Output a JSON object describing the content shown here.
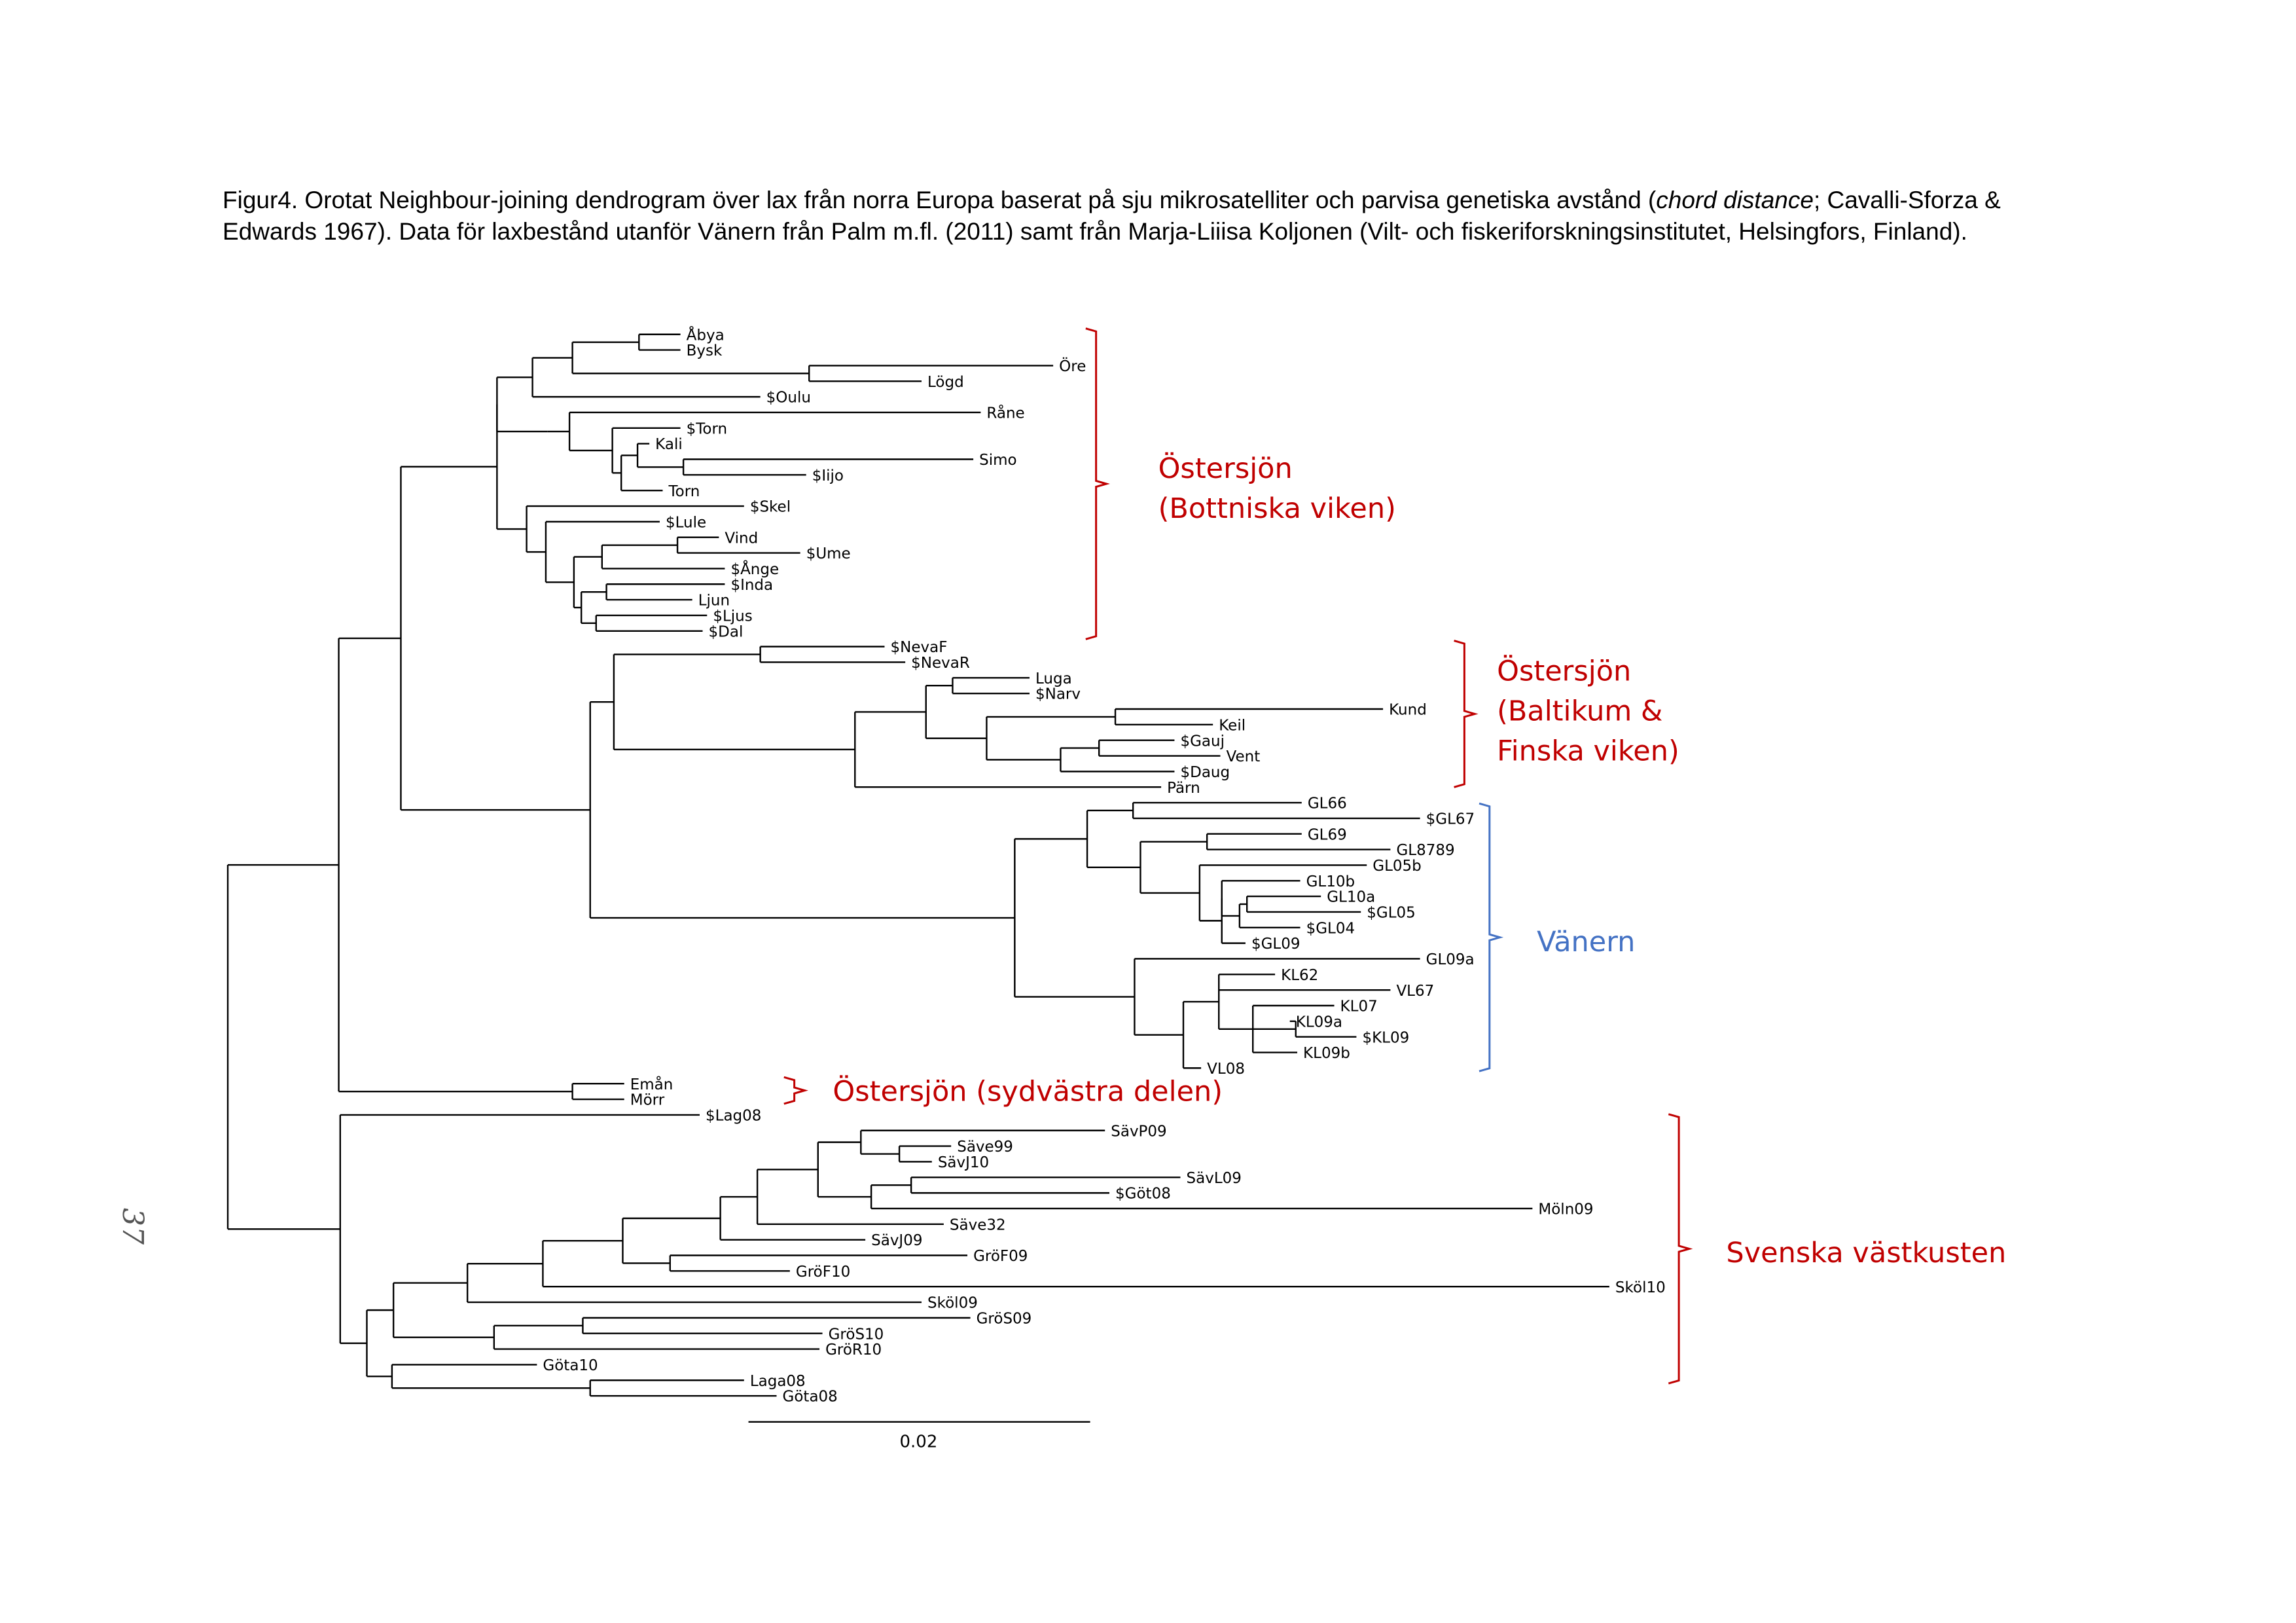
{
  "caption": {
    "part1": "Figur4. Orotat Neighbour-joining dendrogram över lax från norra Europa baserat på sju mikrosatelliter och parvisa genetiska avstånd (",
    "italic": "chord distance",
    "part2": "; Cavalli-Sforza & Edwards 1967). Data för laxbestånd utanför Vänern från Palm m.fl. (2011) samt från Marja-Liiisa Koljonen (Vilt- och fiskeriforskningsinstitutet, Helsingfors, Finland)."
  },
  "page_number": "37",
  "scale_bar": {
    "label": "0.02"
  },
  "colors": {
    "red": "#c00000",
    "blue": "#4472c4",
    "line": "#000000"
  },
  "groups": [
    {
      "lines": [
        "Östersjön",
        "(Bottniska viken)"
      ],
      "color": "#c00000"
    },
    {
      "lines": [
        "Östersjön",
        "(Baltikum &",
        "Finska viken)"
      ],
      "color": "#c00000"
    },
    {
      "lines": [
        "Vänern"
      ],
      "color": "#4472c4"
    },
    {
      "lines": [
        "Östersjön (sydvästra delen)"
      ],
      "color": "#c00000"
    },
    {
      "lines": [
        "Svenska västkusten"
      ],
      "color": "#c00000"
    }
  ],
  "leaves": [
    "Åbya",
    "Bysk",
    "Öre",
    "Lögd",
    "$Oulu",
    "Råne",
    "$Torn",
    "Kali",
    "Simo",
    "$Iijo",
    "Torn",
    "$Skel",
    "$Lule",
    "Vind",
    "$Ume",
    "$Ånge",
    "$Inda",
    "Ljun",
    "$Ljus",
    "$Dal",
    "$NevaF",
    "$NevaR",
    "Luga",
    "$Narv",
    "Kund",
    "Keil",
    "$Gauj",
    "Vent",
    "$Daug",
    "Pärn",
    "GL66",
    "$GL67",
    "GL69",
    "GL8789",
    "GL05b",
    "GL10b",
    "GL10a",
    "$GL05",
    "$GL04",
    "$GL09",
    "GL09a",
    "KL62",
    "VL67",
    "KL07",
    "KL09a",
    "$KL09",
    "KL09b",
    "VL08",
    "Emån",
    "Mörr",
    "$Lag08",
    "SävP09",
    "Säve99",
    "SävJ10",
    "SävL09",
    "$Göt08",
    "Möln09",
    "Säve32",
    "SävJ09",
    "GröF09",
    "GröF10",
    "Sköl10",
    "Sköl09",
    "GröS09",
    "GröS10",
    "GröR10",
    "Göta10",
    "Laga08",
    "Göta08"
  ]
}
